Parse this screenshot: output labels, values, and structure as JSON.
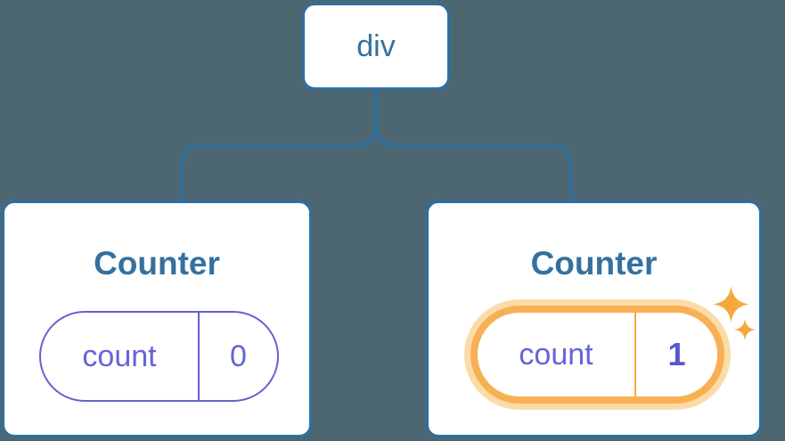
{
  "diagram": {
    "description": "React component tree showing state preserved per position",
    "root_label": "div",
    "counters": [
      {
        "title": "Counter",
        "state_key": "count",
        "state_value": "0",
        "highlighted": false
      },
      {
        "title": "Counter",
        "state_key": "count",
        "state_value": "1",
        "highlighted": true
      }
    ]
  },
  "colors": {
    "background": "#4C6772",
    "node_border": "#2E6F9F",
    "node_fill": "#FFFFFF",
    "title_text": "#35719F",
    "state_purple_border": "#6363D2",
    "state_purple_text": "#6464D8",
    "state_value_bold": "#5757D1",
    "highlight_ring": "#F8B054",
    "highlight_halo": "#FBDCA8",
    "sparkle": "#F7A83D"
  }
}
